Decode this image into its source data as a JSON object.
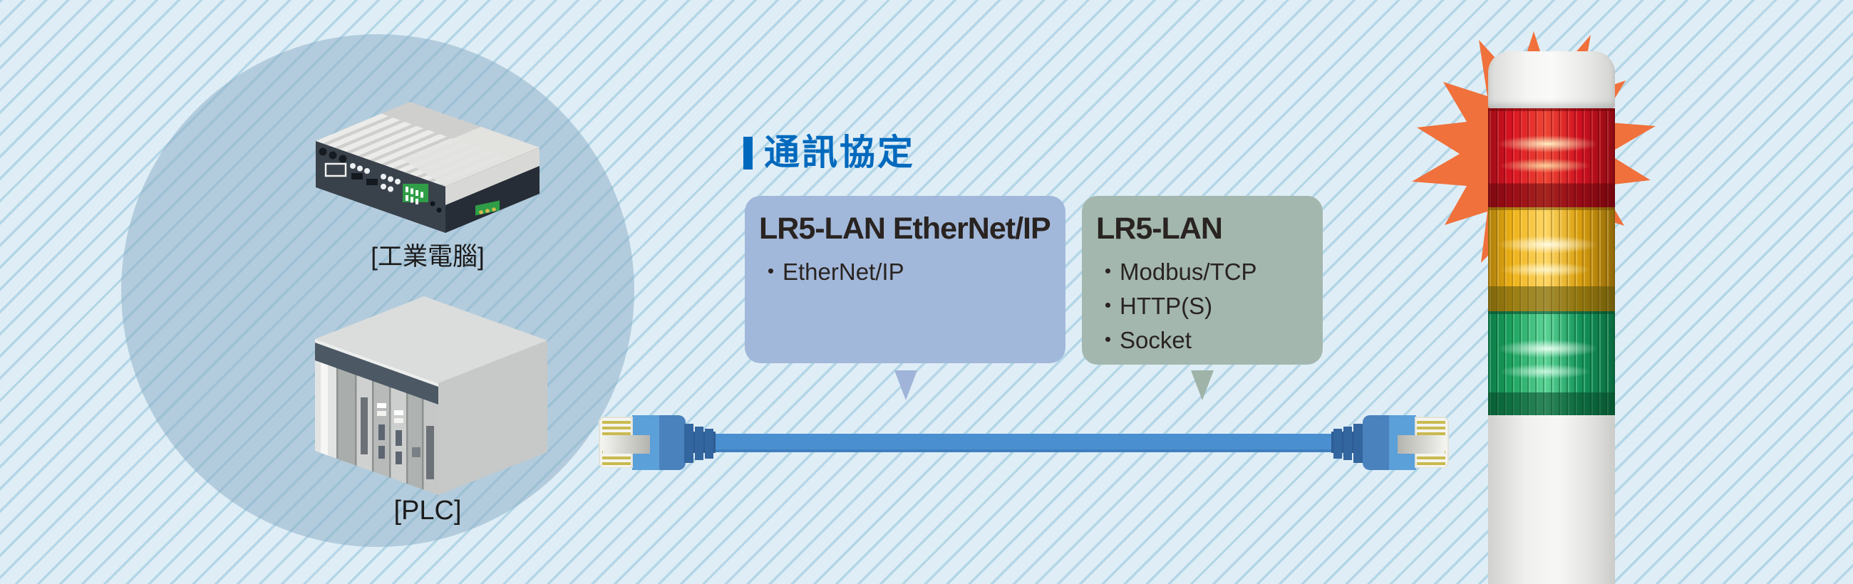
{
  "diagram": {
    "heading": {
      "text": "通訊協定"
    },
    "source_group": {
      "industrial_pc_label": "[工業電腦]",
      "plc_label": "[PLC]"
    },
    "protocol_boxes": [
      {
        "title": "LR5-LAN EtherNet/IP",
        "items": [
          "・EtherNet/IP"
        ]
      },
      {
        "title": "LR5-LAN",
        "items": [
          "・Modbus/TCP",
          "・HTTP(S)",
          "・Socket"
        ]
      }
    ],
    "tower": {
      "segments": [
        "red",
        "amber",
        "green"
      ]
    },
    "colors": {
      "background": "#dfeef6",
      "stripe": "#b4d6e7",
      "circle_overlay": "#8aacc6",
      "heading_blue": "#0069bd",
      "box_ethernet_ip_bg": "#a2b8da",
      "box_lr5_lan_bg": "#a3b7ae",
      "text_dark": "#292321",
      "cable_blue": "#4a8fd0",
      "connector_boot_blue": "#4a82bd",
      "starburst_orange": "#f0713c",
      "tower_red": "#da1322",
      "tower_amber": "#edb013",
      "tower_green": "#1ba15d"
    }
  }
}
